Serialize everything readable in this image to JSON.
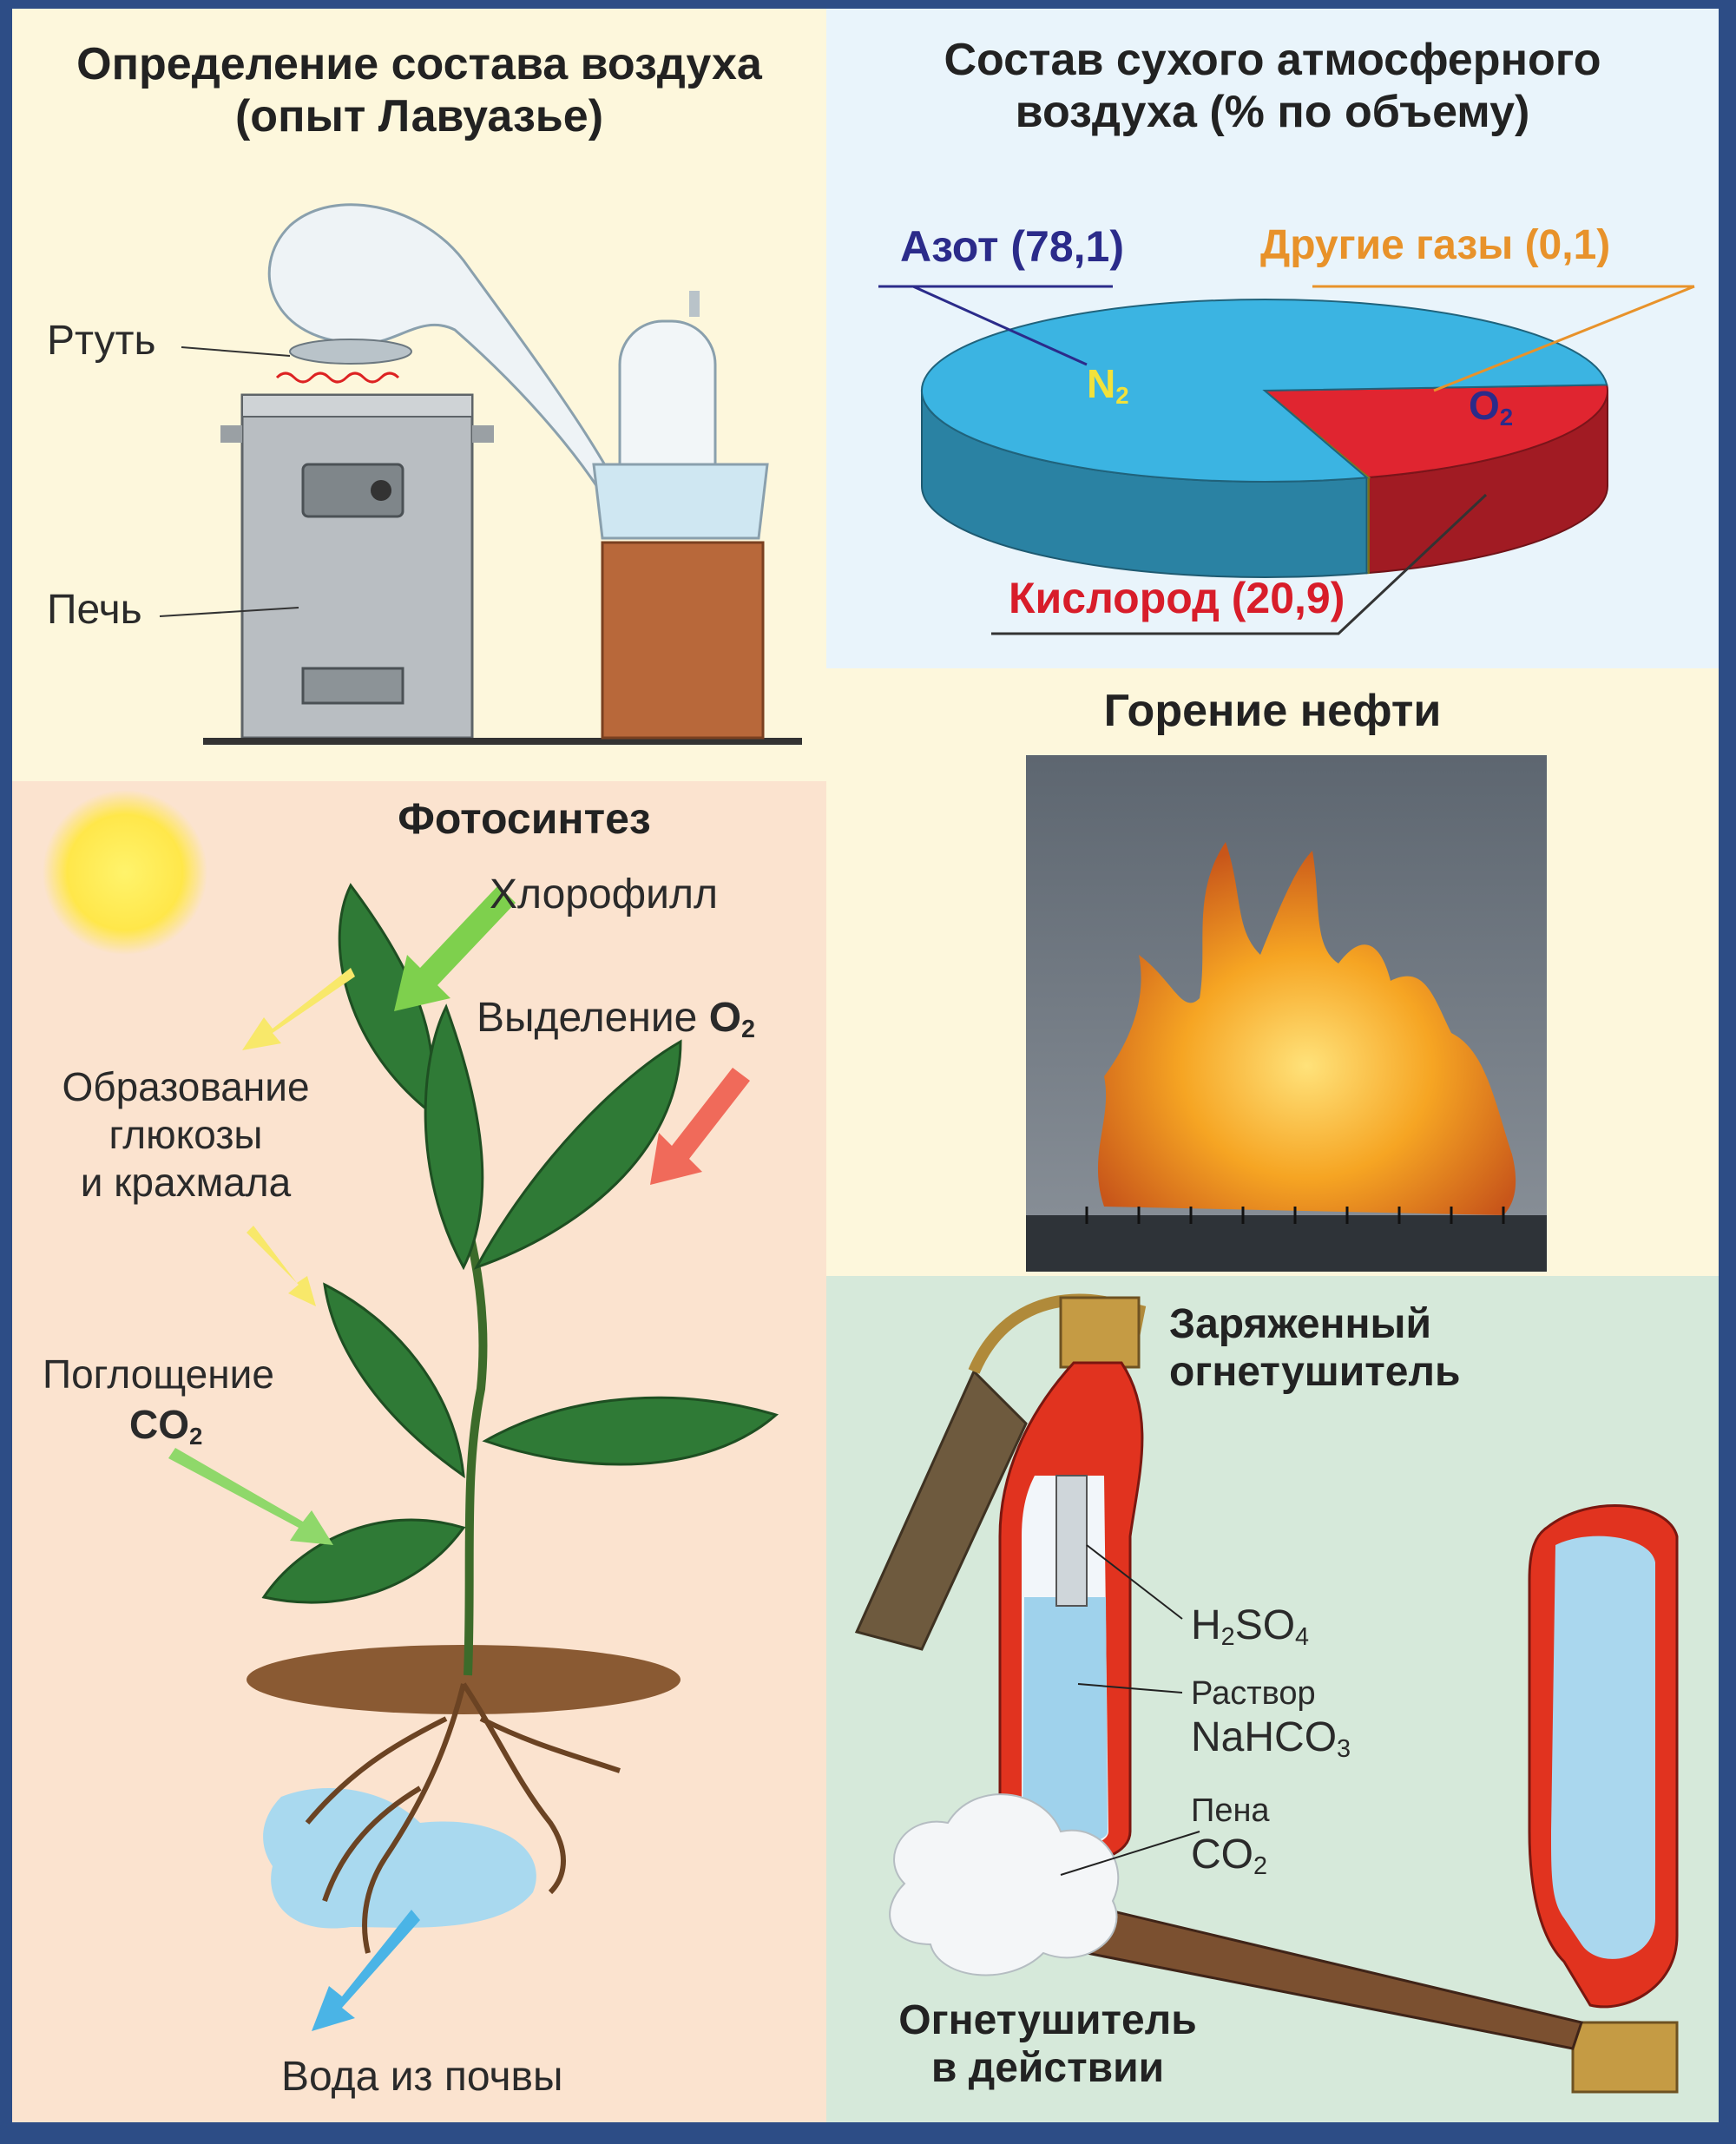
{
  "lavoisier": {
    "title_line1": "Определение состава воздуха",
    "title_line2": "(опыт Лавуазье)",
    "label_mercury": "Ртуть",
    "label_furnace": "Печь"
  },
  "composition": {
    "title_line1": "Состав сухого атмосферного",
    "title_line2": "воздуха  (% по объему)",
    "nitrogen_label": "Азот (78,1)",
    "other_label": "Другие газы (0,1)",
    "oxygen_label": "Кислород (20,9)",
    "n2_symbol": "N",
    "n2_sub": "2",
    "o2_symbol": "O",
    "o2_sub": "2",
    "colors": {
      "nitrogen": "#3bb4e2",
      "oxygen": "#e02530",
      "other": "#f2e23a"
    }
  },
  "chart_data": {
    "type": "pie",
    "title": "Состав сухого атмосферного воздуха (% по объему)",
    "categories": [
      "Азот",
      "Кислород",
      "Другие газы"
    ],
    "values": [
      78.1,
      20.9,
      0.1
    ]
  },
  "combustion": {
    "title": "Горение нефти"
  },
  "photosynthesis": {
    "title": "Фотосинтез",
    "chlorophyll": "Хлорофилл",
    "o2_release": "Выделение ",
    "o2_symbol": "O",
    "o2_sub": "2",
    "glucose_line1": "Образование",
    "glucose_line2": "глюкозы",
    "glucose_line3": "и крахмала",
    "co2_absorb": "Поглощение",
    "co2_symbol": "CO",
    "co2_sub": "2",
    "water": "Вода из почвы"
  },
  "extinguisher": {
    "charged_line1": "Заряженный",
    "charged_line2": "огнетушитель",
    "h2so4_a": "H",
    "h2so4_b": "2",
    "h2so4_c": "SO",
    "h2so4_d": "4",
    "solution": "Раствор",
    "nahco3_a": "NaHCO",
    "nahco3_b": "3",
    "foam": "Пена",
    "co2_a": "CO",
    "co2_b": "2",
    "action_line1": "Огнетушитель",
    "action_line2": "в действии"
  }
}
